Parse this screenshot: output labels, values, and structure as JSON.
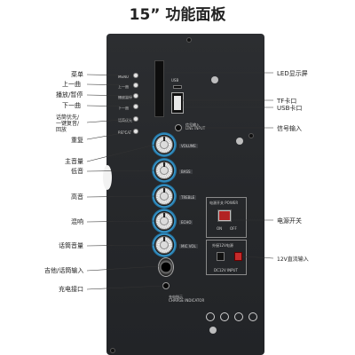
{
  "title": "15” 功能面板",
  "left_labels": {
    "menu": "菜单",
    "prev": "上一曲",
    "play_pause": "播放/暂停",
    "next": "下一曲",
    "mic_priority": "话筒优先/\n一键复音/\n回放",
    "repeat": "重复",
    "master_volume": "主音量",
    "bass": "低音",
    "treble": "高音",
    "echo": "混响",
    "mic_volume": "话筒音量",
    "guitar_mic_input": "吉他/话筒输入",
    "charging_port": "充电接口"
  },
  "right_labels": {
    "led_screen": "LED显示屏",
    "tf_slot": "TF卡口",
    "usb_slot": "USB卡口",
    "signal_input": "信号输入",
    "power_switch": "电源开关",
    "dc_input": "12V直流输入"
  },
  "panel_text": {
    "usb_tf": "USB",
    "line_input": "信号输入\nLINE INPUT",
    "power_label": "电源开关 POWER",
    "on": "ON",
    "off": "OFF",
    "dc_title": "外接12V电源",
    "dc_sub": "DC12V INPUT",
    "charge_label": "充电指示\nCHARGE INDICATOR",
    "btn_texts": [
      "MENU",
      "上一曲",
      "播放暂停",
      "下一曲",
      "话筒优先",
      "REPEAT"
    ],
    "knob_texts": [
      "VOLUME",
      "BASS",
      "TREBLE",
      "ECHO",
      "MIC VOL"
    ]
  },
  "colors": {
    "panel": "#26282b",
    "knob_ring": "#3aa0d8",
    "power_rocker": "#b22222",
    "dc_red": "#c62b2b"
  }
}
